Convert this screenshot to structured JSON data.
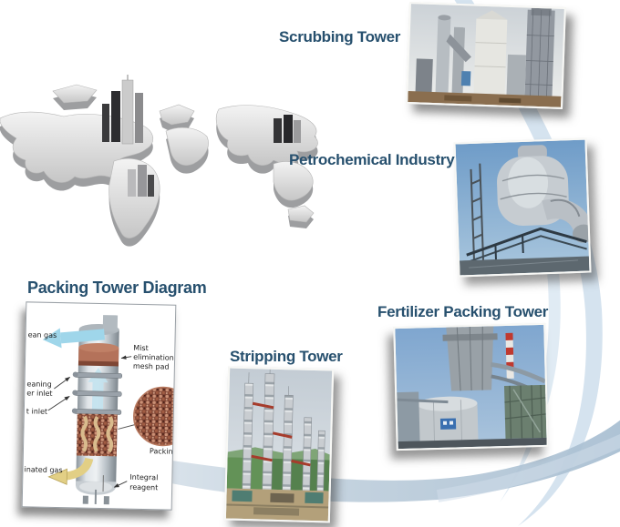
{
  "page": {
    "background": "#ffffff"
  },
  "sections": {
    "scrubbing": {
      "label": "Scrubbing Tower"
    },
    "petrochemical": {
      "label": "Petrochemical Industry"
    },
    "packing_diagram": {
      "label": "Packing Tower Diagram"
    },
    "fertilizer": {
      "label": "Fertilizer Packing Tower"
    },
    "stripping": {
      "label": "Stripping Tower"
    }
  },
  "diagram_labels": {
    "clean_gas": "ean gas",
    "mist_pad_l1": "Mist",
    "mist_pad_l2": "elimination",
    "mist_pad_l3": "mesh pad",
    "cleaning_inlet_l1": "eaning",
    "cleaning_inlet_l2": "er inlet",
    "mist_inlet": "t inlet",
    "packing": "Packin",
    "contaminated_gas": "inated gas",
    "integral_l1": "Integral",
    "integral_l2": "reagent"
  },
  "colors": {
    "label_text": "#27506e",
    "swoosh_arc": "#d5e3ef",
    "swoosh_arc_inner": "#e0ebf4",
    "swoosh_ribbon": "#b3c6d6",
    "diagram_mist_pad": "#b4725a",
    "diagram_clean_gas_arrow": "#9fd6ea",
    "diagram_contaminated_arrow": "#e2cf85"
  }
}
